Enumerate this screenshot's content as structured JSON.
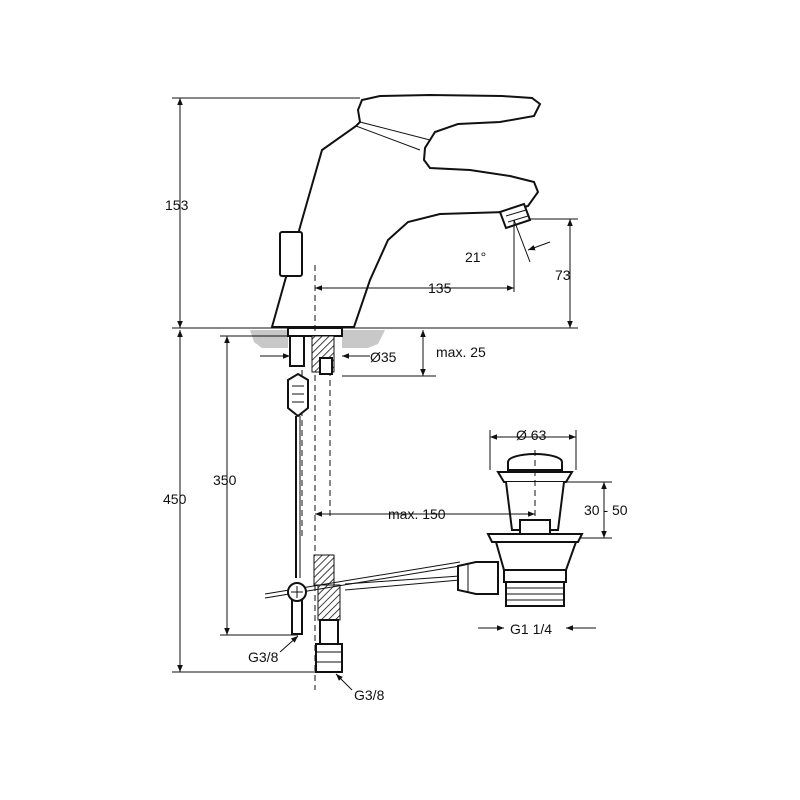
{
  "dimensions": {
    "faucet_height": "153",
    "spout_angle": "21°",
    "spout_height": "73",
    "spout_reach": "135",
    "hole_diameter": "Ø35",
    "deck_thickness": "max. 25",
    "total_height": "450",
    "hose_length": "350",
    "drain_diameter": "Ø 63",
    "drain_reach": "max. 150",
    "drain_range": "30 - 50",
    "drain_thread": "G1 1/4",
    "supply_thread_left": "G3/8",
    "supply_thread_right": "G3/8"
  },
  "colors": {
    "line": "#111111",
    "deck": "#c8c8c8"
  }
}
